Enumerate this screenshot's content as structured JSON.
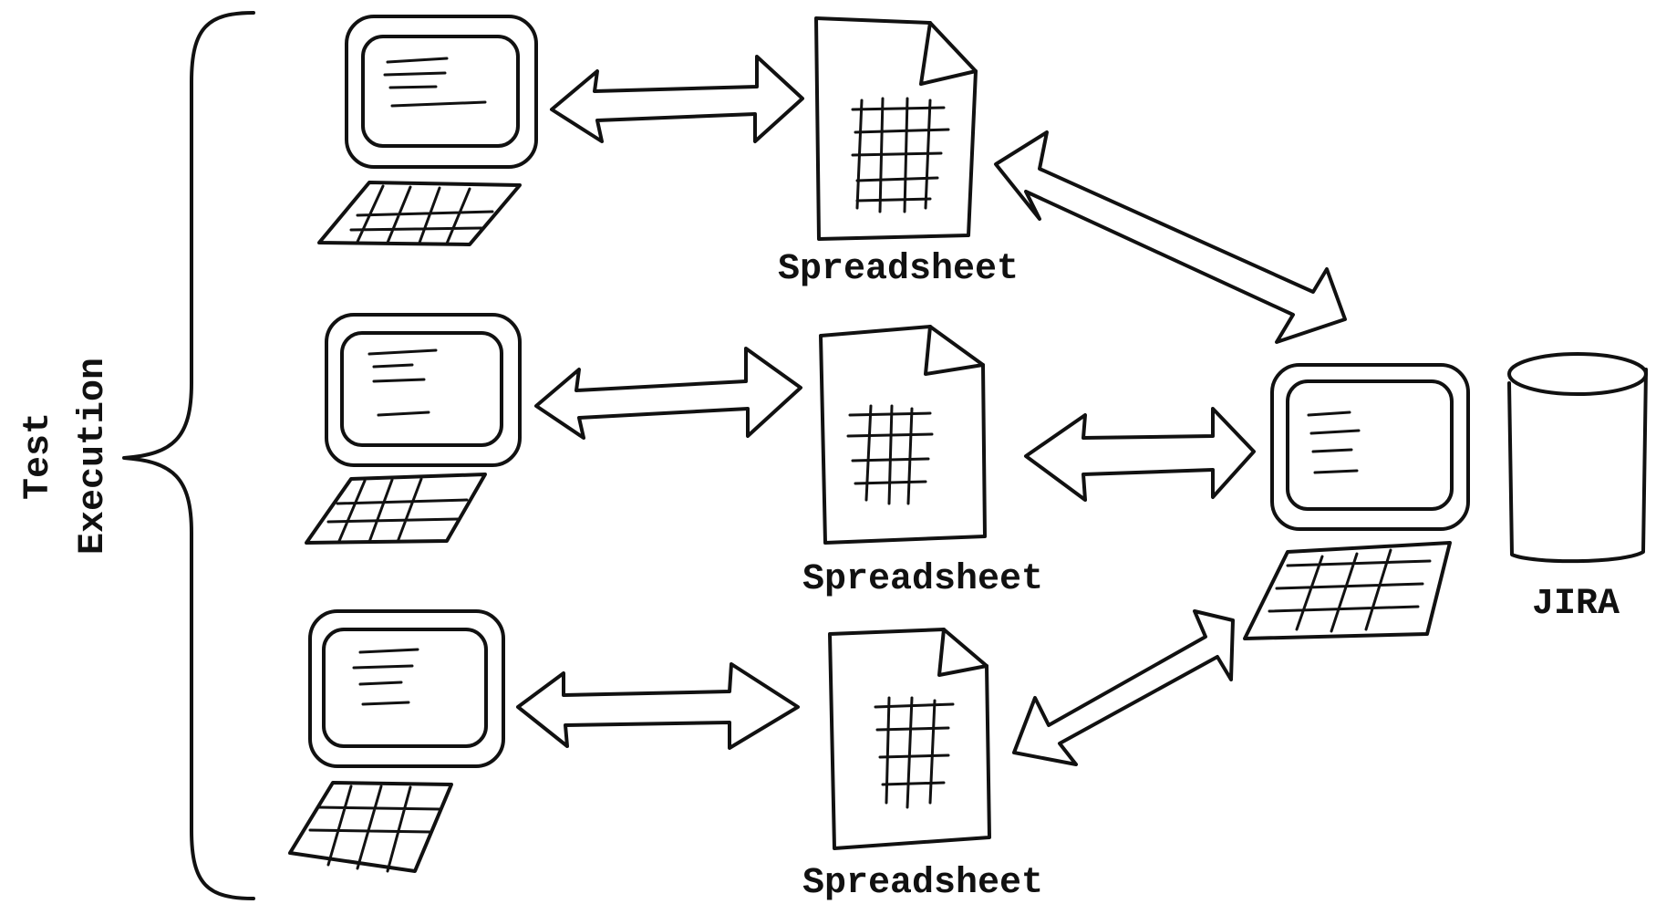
{
  "group_label": {
    "line1": "Test",
    "line2": "Execution"
  },
  "spreadsheets": [
    {
      "label": "Spreadsheet"
    },
    {
      "label": "Spreadsheet"
    },
    {
      "label": "Spreadsheet"
    }
  ],
  "database": {
    "label": "JIRA"
  },
  "computers": [
    {
      "icon": "computer-icon"
    },
    {
      "icon": "computer-icon"
    },
    {
      "icon": "computer-icon"
    },
    {
      "icon": "server-computer-icon"
    }
  ],
  "arrows": [
    {
      "icon": "double-arrow-icon"
    }
  ],
  "colors": {
    "ink": "#111111",
    "background": "#ffffff"
  }
}
